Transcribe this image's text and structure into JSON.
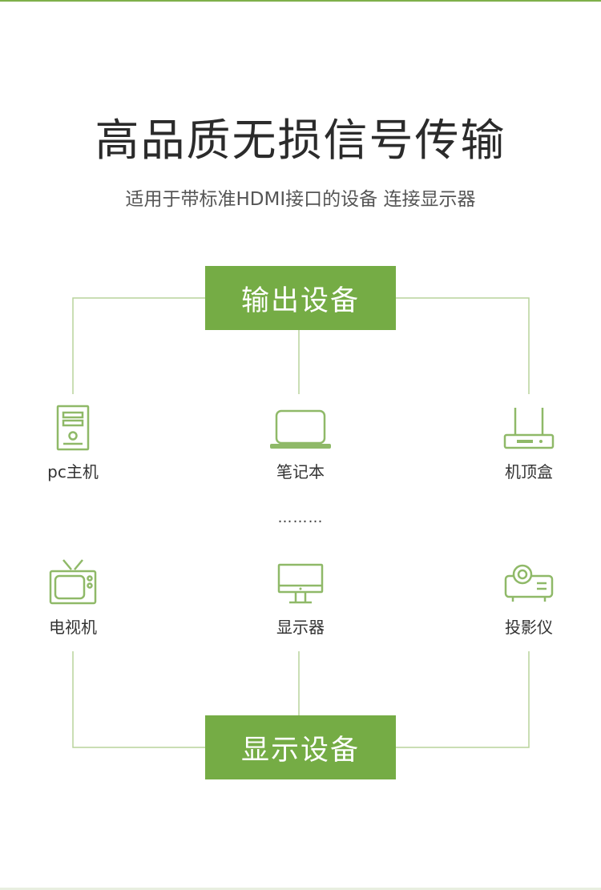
{
  "title": "高品质无损信号传输",
  "subtitle": "适用于带标准HDMI接口的设备  连接显示器",
  "output_box": "输出设备",
  "display_box": "显示设备",
  "ellipsis": "………",
  "output_devices": [
    {
      "label": "pc主机",
      "icon": "pc-tower-icon"
    },
    {
      "label": "笔记本",
      "icon": "laptop-icon"
    },
    {
      "label": "机顶盒",
      "icon": "set-top-box-icon"
    }
  ],
  "display_devices": [
    {
      "label": "电视机",
      "icon": "tv-icon"
    },
    {
      "label": "显示器",
      "icon": "monitor-icon"
    },
    {
      "label": "投影仪",
      "icon": "projector-icon"
    }
  ],
  "colors": {
    "accent": "#75ac45",
    "line": "#b9d39c",
    "icon": "#8fb968"
  }
}
